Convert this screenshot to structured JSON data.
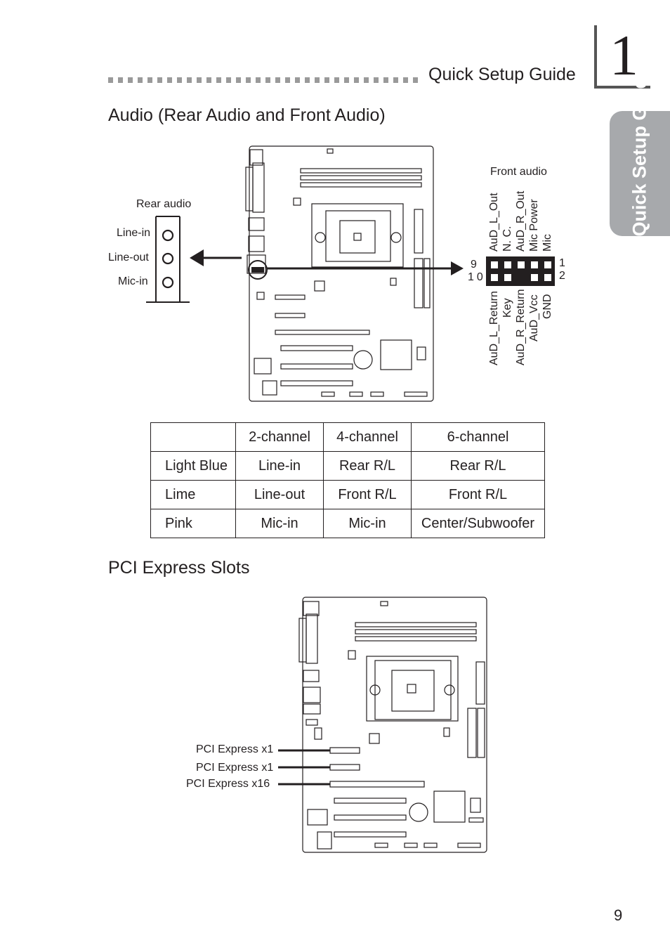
{
  "header": {
    "title": "Quick Setup Guide",
    "chapter": "1",
    "side_tab": "Quick Setup Guide"
  },
  "audio_section": {
    "title": "Audio (Rear Audio and Front Audio)",
    "rear_audio": {
      "title": "Rear  audio",
      "jacks": [
        "Line-in",
        "Line-out",
        "Mic-in"
      ]
    },
    "front_audio": {
      "title": "Front  audio",
      "top_pins": [
        "AuD_L_Out",
        "N. C.",
        "AuD_R_Out",
        "Mic  Power",
        "Mic"
      ],
      "bottom_pins": [
        "AuD_L_Return",
        "Key",
        "AuD_R_Return",
        "AuD_Vcc",
        "GND"
      ],
      "pin_9": "9",
      "pin_10": "10",
      "pin_1": "1",
      "pin_2": "2"
    },
    "table": {
      "headers": [
        "",
        "2-channel",
        "4-channel",
        "6-channel"
      ],
      "rows": [
        [
          "Light Blue",
          "Line-in",
          "Rear R/L",
          "Rear R/L"
        ],
        [
          "Lime",
          "Line-out",
          "Front R/L",
          "Front R/L"
        ],
        [
          "Pink",
          "Mic-in",
          "Mic-in",
          "Center/Subwoofer"
        ]
      ]
    }
  },
  "pci_section": {
    "title": "PCI Express Slots",
    "slots": [
      "PCI  Express  x1",
      "PCI  Express  x1",
      "PCI  Express  x16"
    ]
  },
  "page_number": "9"
}
